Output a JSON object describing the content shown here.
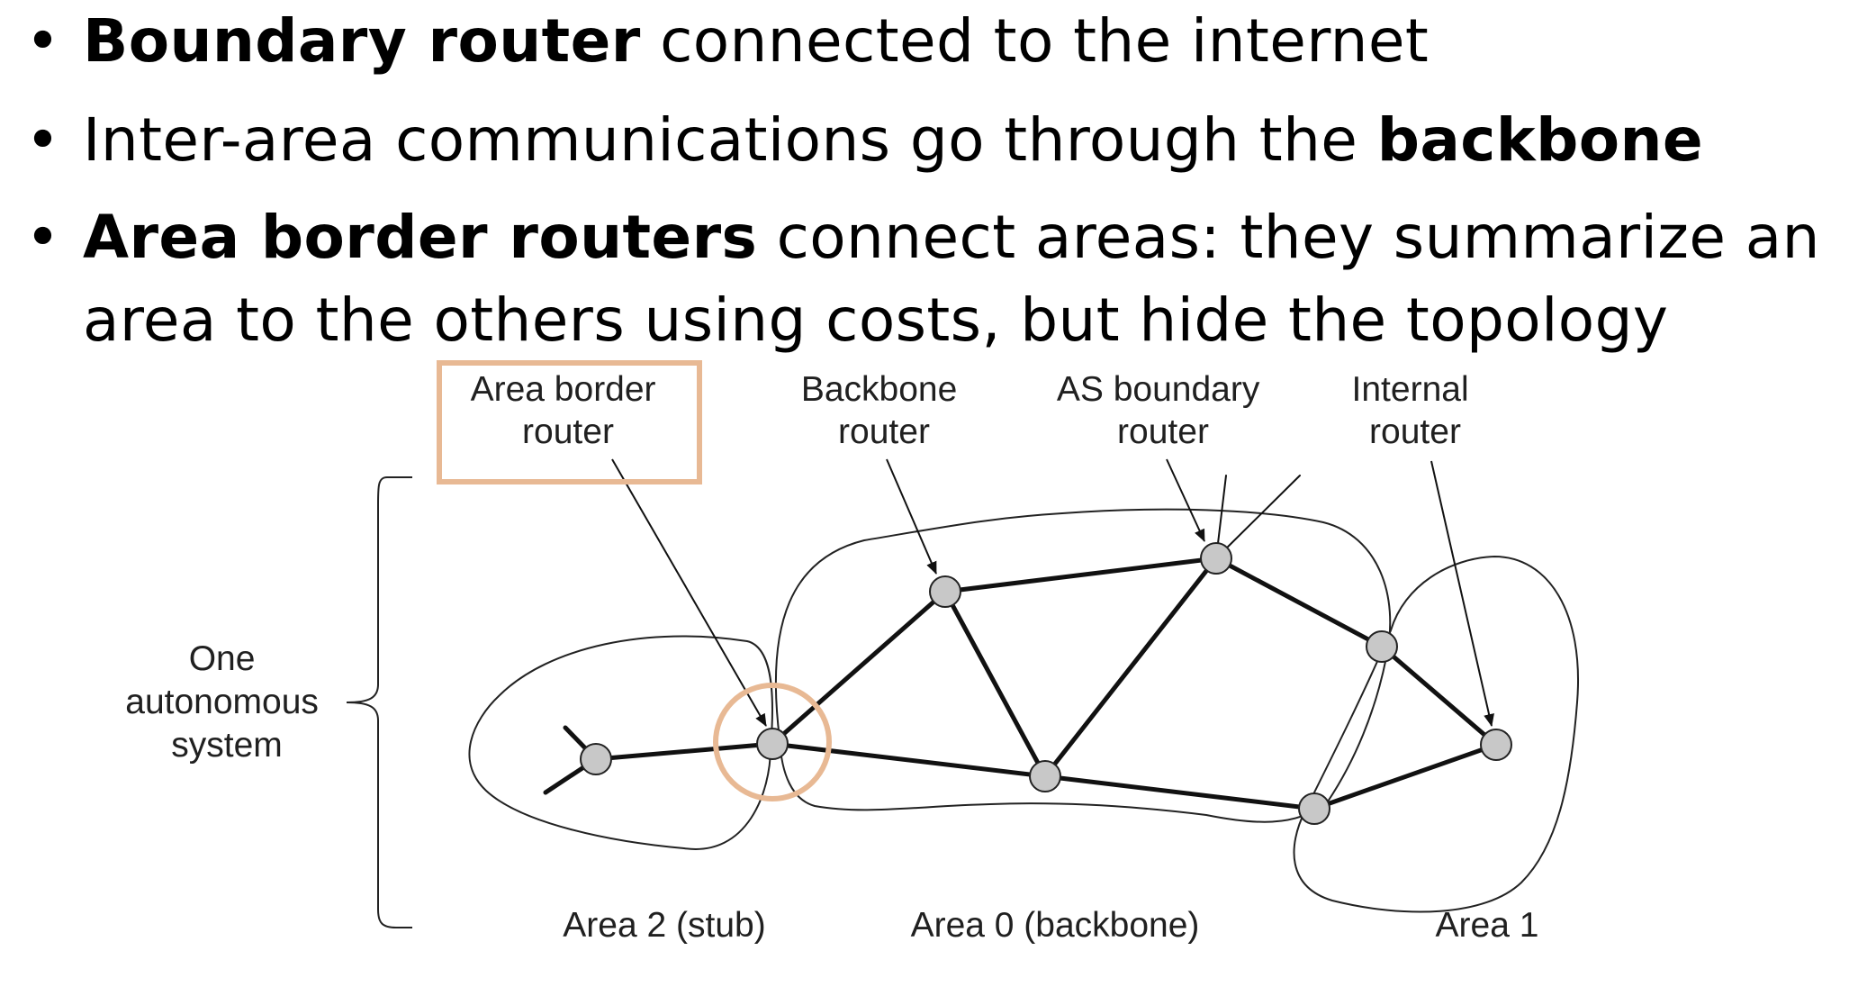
{
  "bullets": [
    {
      "bold": "Boundary router",
      "text": " connected to the internet"
    },
    {
      "text": "Inter-area communications go through the ",
      "bold": "backbone"
    },
    {
      "bold": "Area border routers",
      "text": " connect areas: they summarize an",
      "text_line2": "area to the others using costs, but hide the topology"
    }
  ],
  "diagram": {
    "highlight_color": "#e8b994",
    "node_fill": "#c8c8c8",
    "labels": {
      "area_border_router": [
        "Area border",
        "router"
      ],
      "backbone_router": [
        "Backbone",
        "router"
      ],
      "as_boundary_router": [
        "AS boundary",
        "router"
      ],
      "internal_router": [
        "Internal",
        "router"
      ],
      "autonomous_system": [
        "One",
        "autonomous",
        "system"
      ]
    },
    "areas": {
      "area2": "Area 2 (stub)",
      "area0": "Area 0 (backbone)",
      "area1": "Area 1"
    }
  }
}
